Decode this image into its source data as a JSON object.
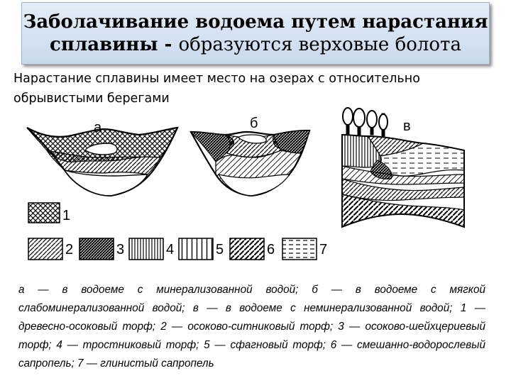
{
  "title": {
    "line1": "Заболачивание водоема путем нарастания",
    "line2_bold": "сплавины - ",
    "line2_rest": "образуются верховые болота"
  },
  "subtitle": "Нарастание сплавины имеет место на озерах с относительно обрывистыми берегами",
  "figure": {
    "panel_labels": [
      "а",
      "б",
      "в"
    ],
    "legend_numbers": [
      "1",
      "2",
      "3",
      "4",
      "5",
      "6",
      "7"
    ]
  },
  "caption": "а — в водоеме с минерализованной водой; б — в водоеме с мягкой слабоминерализованной водой; в — в водоеме с неминерализованной водой; 1 — древесно-осоковый торф; 2 — осоково-ситниковый торф; 3 — осоково-шейхцериевый торф; 4 — тростниковый торф; 5 — сфагновый торф; 6 — смешанно-водорослевый сапропель; 7 — глинистый сапропель",
  "colors": {
    "title_bg": "#d6e3f1",
    "ink": "#000000"
  },
  "icons": [
    "tree-icon"
  ]
}
